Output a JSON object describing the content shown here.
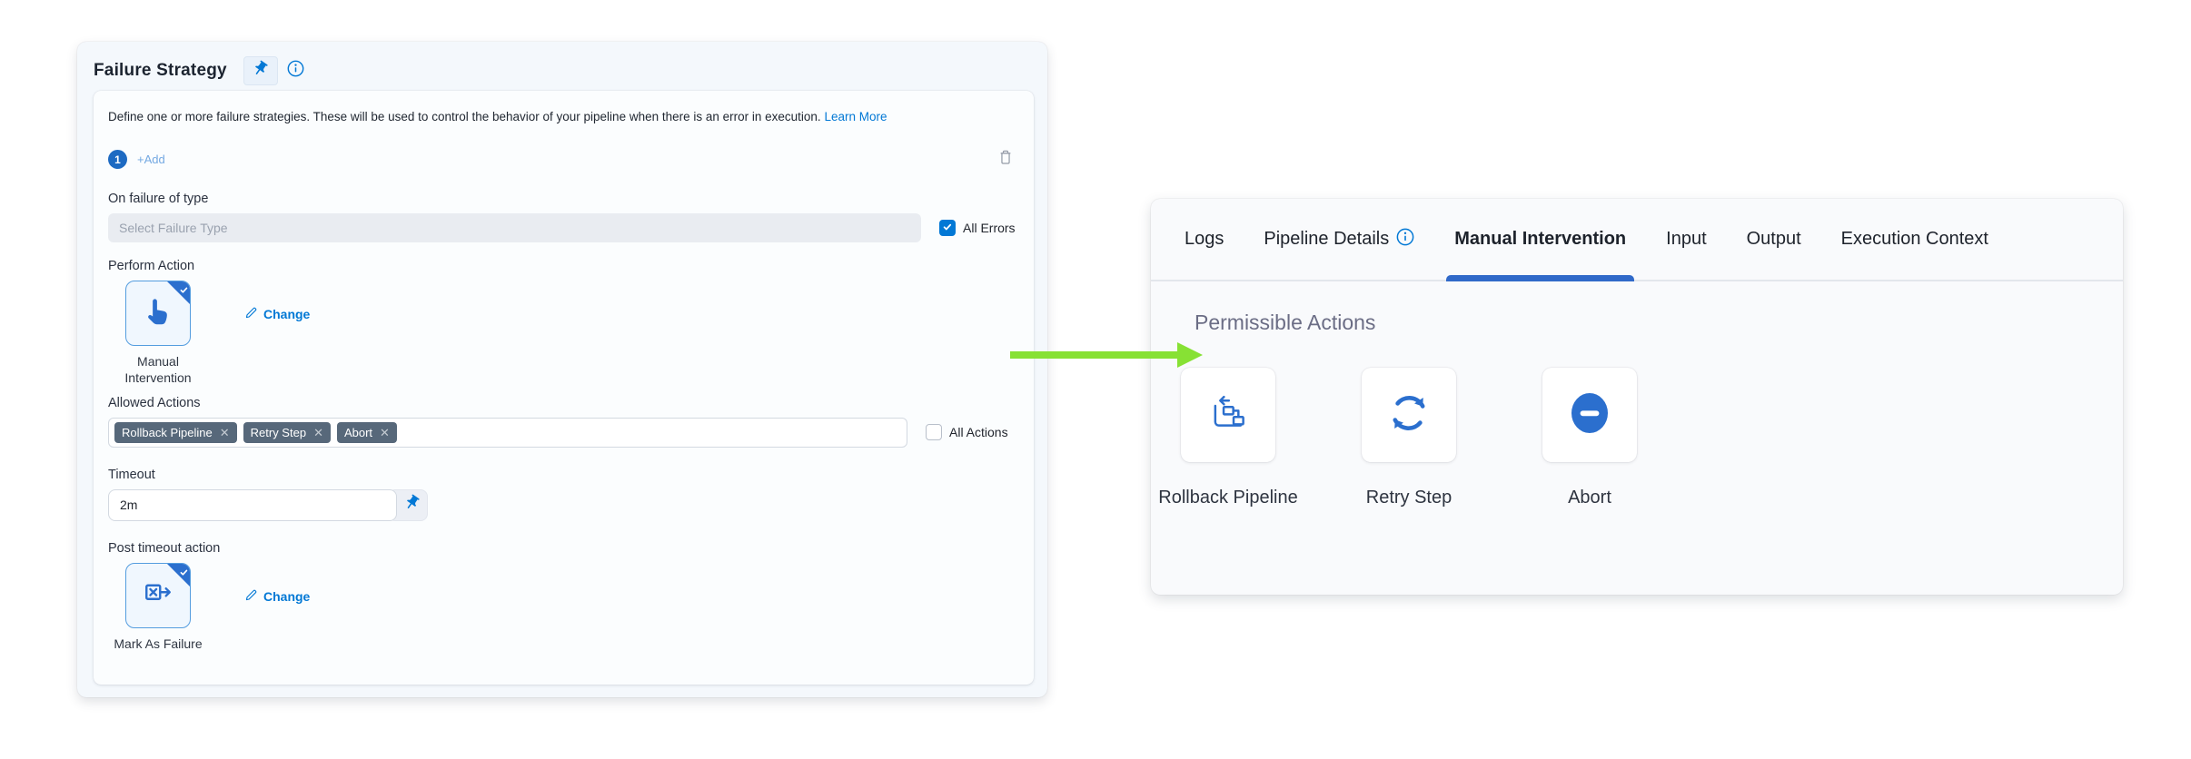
{
  "colors": {
    "primary_blue": "#0278d5",
    "icon_blue": "#2b6fce",
    "tab_underline_blue": "#3069c9",
    "badge_blue": "#1d6ac2",
    "tag_bg": "#57687a",
    "arrow_green": "#87e134",
    "heading_muted": "#6b6d85"
  },
  "failure_strategy": {
    "title": "Failure Strategy",
    "description": "Define one or more failure strategies. These will be used to control the behavior of your pipeline when there is an error in execution.",
    "learn_more_label": "Learn More",
    "strategy_index": "1",
    "add_label": "+Add",
    "on_failure_label": "On failure of type",
    "failure_type_placeholder": "Select Failure Type",
    "all_errors_label": "All Errors",
    "perform_action_label": "Perform Action",
    "perform_action_name": "Manual Intervention",
    "change_label": "Change",
    "allowed_actions_label": "Allowed Actions",
    "allowed_action_tags": [
      "Rollback Pipeline",
      "Retry Step",
      "Abort"
    ],
    "all_actions_label": "All Actions",
    "timeout_label": "Timeout",
    "timeout_value": "2m",
    "post_timeout_label": "Post timeout action",
    "post_timeout_action_name": "Mark As Failure"
  },
  "details_panel": {
    "tabs": [
      {
        "label": "Logs"
      },
      {
        "label": "Pipeline Details",
        "has_info_icon": true
      },
      {
        "label": "Manual Intervention",
        "active": true
      },
      {
        "label": "Input"
      },
      {
        "label": "Output"
      },
      {
        "label": "Execution Context"
      }
    ],
    "heading": "Permissible Actions",
    "actions": [
      {
        "label": "Rollback Pipeline",
        "icon": "rollback-pipeline-icon"
      },
      {
        "label": "Retry Step",
        "icon": "retry-icon"
      },
      {
        "label": "Abort",
        "icon": "abort-icon"
      }
    ]
  }
}
